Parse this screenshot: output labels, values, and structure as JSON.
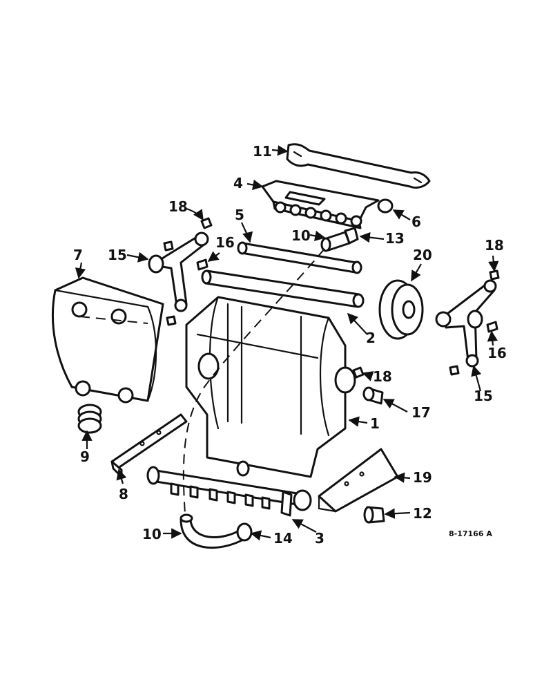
{
  "diagram": {
    "reference_code": "8-17166 A",
    "callouts": {
      "c1": "1",
      "c2": "2",
      "c3": "3",
      "c4": "4",
      "c5": "5",
      "c6": "6",
      "c7": "7",
      "c8": "8",
      "c9": "9",
      "c10a": "10",
      "c10b": "10",
      "c11": "11",
      "c12": "12",
      "c13": "13",
      "c14": "14",
      "c15a": "15",
      "c15b": "15",
      "c16a": "16",
      "c16b": "16",
      "c17": "17",
      "c18a": "18",
      "c18b": "18",
      "c18c": "18",
      "c19": "19",
      "c20": "20"
    }
  }
}
